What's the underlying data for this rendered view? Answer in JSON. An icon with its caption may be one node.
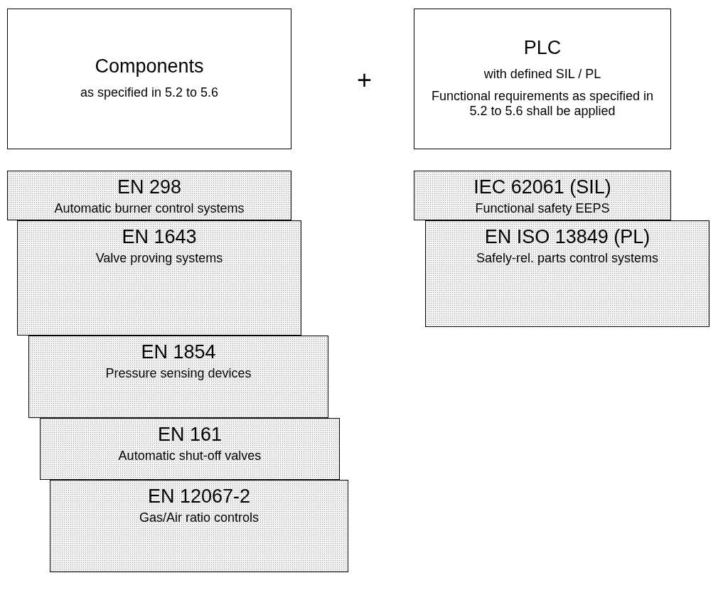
{
  "diagram": {
    "nodes": [
      {
        "text": [
          "Components",
          "as specified in 5.2 to 5.6"
        ]
      },
      {
        "text": [
          "PLC",
          "with defined SIL / PL",
          "Functional requirements as specified in 5.2 to 5.6 shall be applied"
        ]
      },
      {
        "text": [
          "EN 298",
          "Automatic burner control systems"
        ]
      },
      {
        "text": [
          "EN 1643",
          "Valve proving systems"
        ]
      },
      {
        "text": [
          "EN 1854",
          "Pressure sensing devices"
        ]
      },
      {
        "text": [
          "EN 161",
          "Automatic shut-off valves"
        ]
      },
      {
        "text": [
          "EN 12067-2",
          "Gas/Air ratio controls"
        ]
      },
      {
        "text": [
          "IEC 62061 (SIL)",
          "Functional safety EEPS"
        ]
      },
      {
        "text": [
          "EN ISO 13849 (PL)",
          "Safely-rel. parts control systems"
        ]
      }
    ],
    "labels": [
      "+"
    ]
  }
}
